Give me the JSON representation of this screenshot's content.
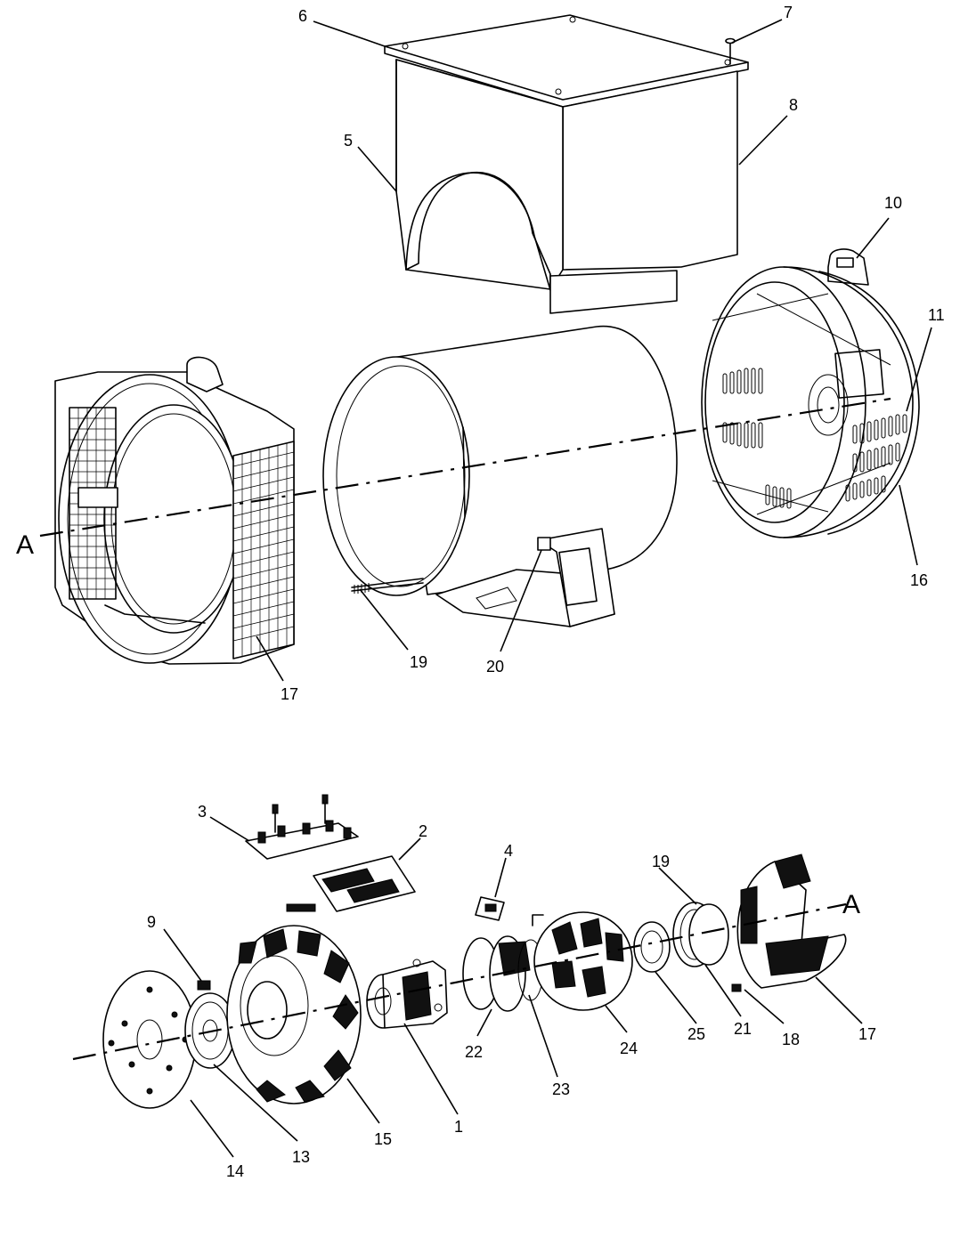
{
  "callouts": {
    "c1": "1",
    "c2": "2",
    "c3": "3",
    "c4": "4",
    "c5": "5",
    "c6": "6",
    "c7": "7",
    "c8": "8",
    "c9": "9",
    "c10": "10",
    "c11": "11",
    "c13": "13",
    "c14": "14",
    "c15": "15",
    "c16": "16",
    "c17a": "17",
    "c17b": "17",
    "c18": "18",
    "c19a": "19",
    "c19b": "19",
    "c20": "20",
    "c21": "21",
    "c22": "22",
    "c23": "23",
    "c24": "24",
    "c25": "25",
    "axisA1": "A",
    "axisA2": "A"
  }
}
